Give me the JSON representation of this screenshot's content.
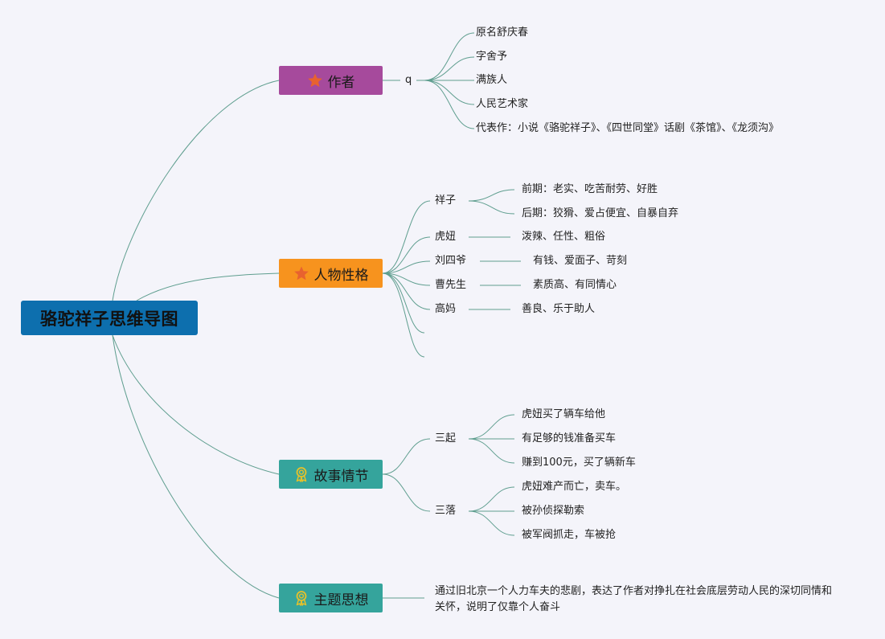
{
  "root": {
    "title": "骆驼祥子思维导图"
  },
  "colors": {
    "root": "#0d6fae",
    "author": "#a64a9c",
    "character": "#f7931e",
    "plot": "#35a49c",
    "theme": "#35a49c",
    "line": "#5f9e8f"
  },
  "author": {
    "label": "作者",
    "icon": "star-icon",
    "connector_char": "q",
    "items": [
      "原名舒庆春",
      "字舍予",
      "满族人",
      "人民艺术家",
      "代表作：小说《骆驼祥子》、《四世同堂》话剧《茶馆》、《龙须沟》"
    ]
  },
  "characters": {
    "label": "人物性格",
    "icon": "star-icon",
    "people": [
      {
        "name": "祥子",
        "traits": [
          "前期：老实、吃苦耐劳、好胜",
          "后期：狡猾、爱占便宜、自暴自弃"
        ]
      },
      {
        "name": "虎妞",
        "traits": [
          "泼辣、任性、粗俗"
        ]
      },
      {
        "name": "刘四爷",
        "traits": [
          "有钱、爱面子、苛刻"
        ]
      },
      {
        "name": "曹先生",
        "traits": [
          "素质高、有同情心"
        ]
      },
      {
        "name": "高妈",
        "traits": [
          "善良、乐于助人"
        ]
      }
    ]
  },
  "plot": {
    "label": "故事情节",
    "icon": "award-ribbon-icon",
    "phases": [
      {
        "name": "三起",
        "events": [
          "虎妞买了辆车给他",
          "有足够的钱准备买车",
          "赚到100元，买了辆新车"
        ]
      },
      {
        "name": "三落",
        "events": [
          "虎妞难产而亡，卖车。",
          "被孙侦探勒索",
          "被军阀抓走，车被抢"
        ]
      }
    ]
  },
  "theme": {
    "label": "主题思想",
    "icon": "award-ribbon-icon",
    "text": "通过旧北京一个人力车夫的悲剧，表达了作者对挣扎在社会底层劳动人民的深切同情和关怀，说明了仅靠个人奋斗"
  }
}
